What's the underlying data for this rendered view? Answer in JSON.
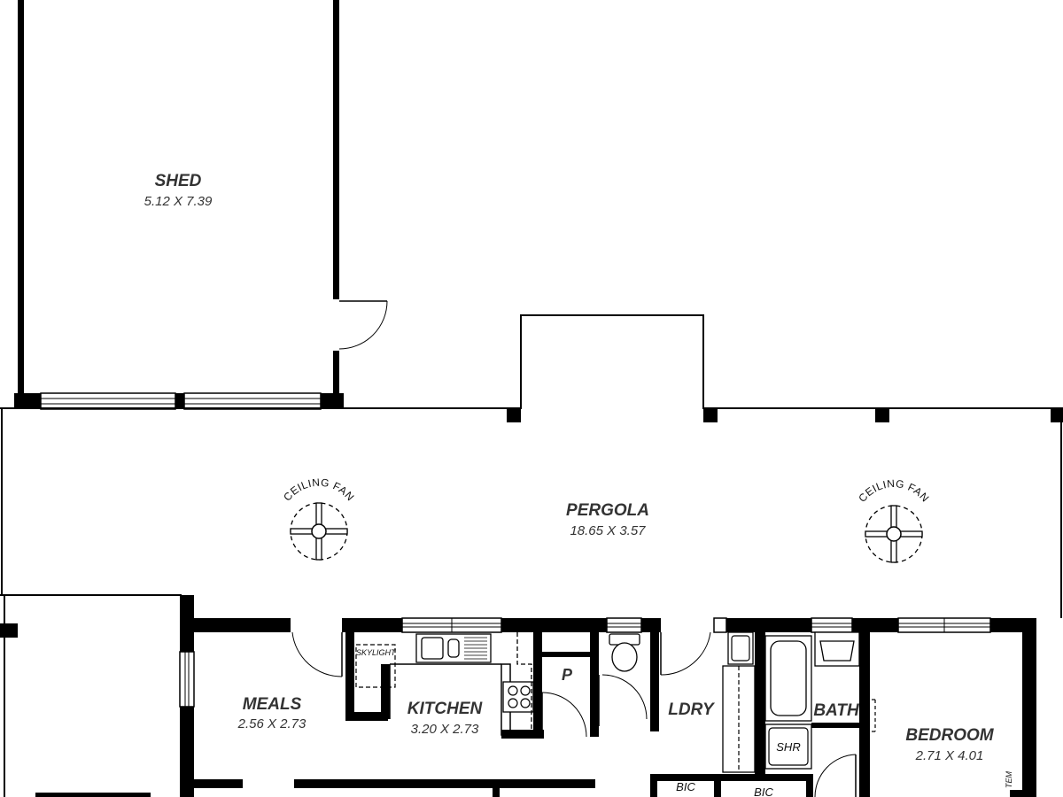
{
  "rooms": {
    "shed": {
      "name": "SHED",
      "dims": "5.12 X 7.39"
    },
    "pergola": {
      "name": "PERGOLA",
      "dims": "18.65 X 3.57"
    },
    "meals": {
      "name": "MEALS",
      "dims": "2.56 X 2.73"
    },
    "kitchen": {
      "name": "KITCHEN",
      "dims": "3.20 X 2.73"
    },
    "pantry": {
      "name": "P"
    },
    "laundry": {
      "name": "LDRY"
    },
    "bath": {
      "name": "BATH"
    },
    "bedroom": {
      "name": "BEDROOM",
      "dims": "2.71 X 4.01"
    }
  },
  "fixtures": {
    "skylight": "SKYLIGHT",
    "shower": "SHR",
    "bic_left": "BIC",
    "bic_right": "BIC",
    "ceiling_fan_left": "CEILING FAN",
    "ceiling_fan_right": "CEILING FAN",
    "partial_right_label": "TEM"
  },
  "colors": {
    "wall": "#000000",
    "line": "#111111",
    "text": "#333333"
  }
}
